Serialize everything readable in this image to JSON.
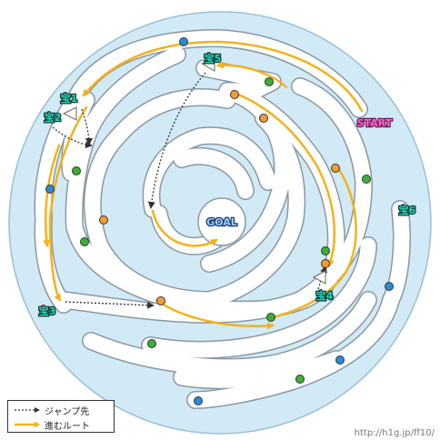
{
  "colors": {
    "background_disc": "#d2eaf6",
    "path": "#ffffff",
    "path_border": "#8a98a2",
    "route": "#f3b21b",
    "jump": "#333333",
    "marker_orange": "#f39c34",
    "marker_green": "#3cb034",
    "marker_blue": "#2a8ad8",
    "chest_label_fill": "#2bd3b5",
    "start_fill": "#ff66cc",
    "goal_fill": "#9ccfff"
  },
  "labels": {
    "start": "START",
    "goal": "GOAL",
    "chest1": "宝1",
    "chest2": "宝2",
    "chest3": "宝3",
    "chest4": "宝4",
    "chest5": "宝5",
    "chest6": "宝6"
  },
  "legend": {
    "jump_label": "ジャンプ先",
    "route_label": "進むルート"
  },
  "credit": "http://h1g.jp/ff10/",
  "markers": [
    {
      "color": "blue"
    },
    {
      "color": "green"
    },
    {
      "color": "orange"
    },
    {
      "color": "orange"
    },
    {
      "color": "green"
    },
    {
      "color": "blue"
    },
    {
      "color": "green"
    },
    {
      "color": "orange"
    },
    {
      "color": "green"
    },
    {
      "color": "orange"
    },
    {
      "color": "orange"
    },
    {
      "color": "green"
    },
    {
      "color": "blue"
    },
    {
      "color": "orange"
    },
    {
      "color": "green"
    },
    {
      "color": "orange"
    },
    {
      "color": "green"
    },
    {
      "color": "blue"
    },
    {
      "color": "green"
    },
    {
      "color": "blue"
    },
    {
      "color": "green"
    }
  ]
}
